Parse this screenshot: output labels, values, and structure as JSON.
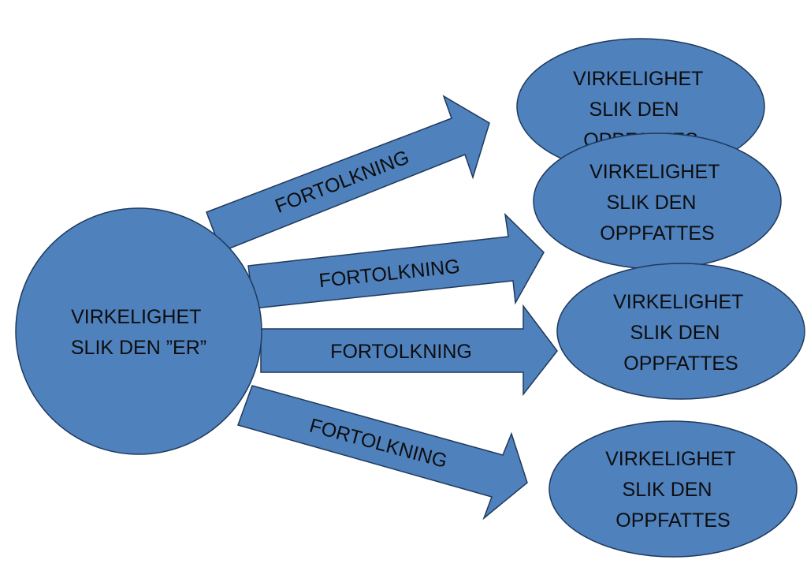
{
  "colors": {
    "fill": "#4f81bd",
    "stroke": "#1f3a5c",
    "text": "#0d0d0d"
  },
  "source": {
    "line1": "VIRKELIGHET",
    "line2": "SLIK DEN ”ER”"
  },
  "arrows": [
    {
      "label": "FORTOLKNING"
    },
    {
      "label": "FORTOLKNING"
    },
    {
      "label": "FORTOLKNING"
    },
    {
      "label": "FORTOLKNING"
    }
  ],
  "targets": [
    {
      "line1": "VIRKELIGHET",
      "line2": "SLIK DEN",
      "line3": "OPPFATTES"
    },
    {
      "line1": "VIRKELIGHET",
      "line2": "SLIK DEN",
      "line3": "OPPFATTES"
    },
    {
      "line1": "VIRKELIGHET",
      "line2": "SLIK DEN",
      "line3": "OPPFATTES"
    },
    {
      "line1": "VIRKELIGHET",
      "line2": "SLIK DEN",
      "line3": "OPPFATTES"
    }
  ]
}
